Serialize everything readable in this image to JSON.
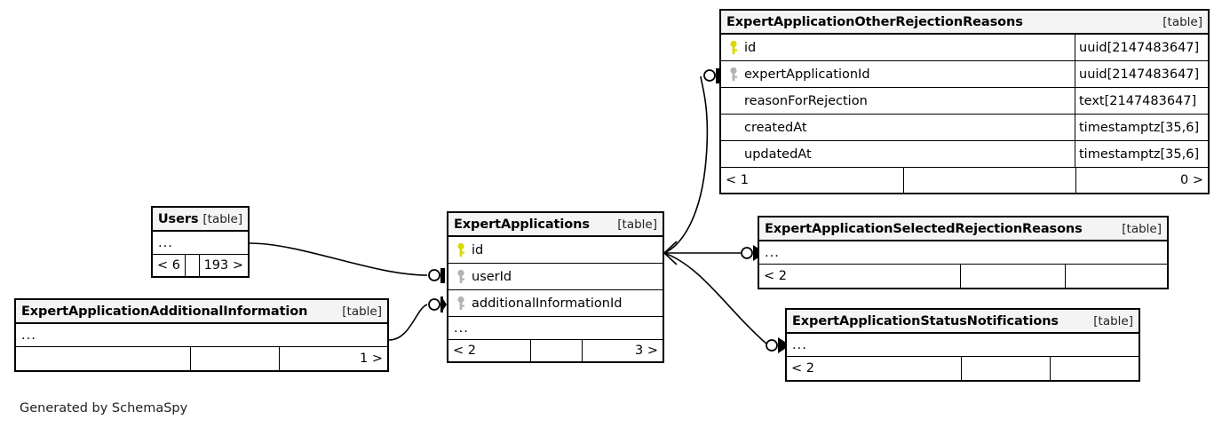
{
  "diagram": {
    "title": "SchemaSpy entity relationship diagram",
    "caption": "Generated by SchemaSpy",
    "type_tag": "[table]",
    "ellipsis": "...",
    "colors": {
      "primary_key": "#d9d900",
      "foreign_key": "#b3b3b3",
      "header_bg": "#f4f4f4",
      "border": "#000000",
      "background": "#ffffff",
      "text": "#000000"
    }
  },
  "tables": [
    {
      "id": "expert-application-other-rejection-reasons",
      "name": "ExpertApplicationOtherRejectionReasons",
      "type_tag": "[table]",
      "columns": [
        {
          "key": "primary",
          "name": "id",
          "type": "uuid[2147483647]"
        },
        {
          "key": "foreign",
          "name": "expertApplicationId",
          "type": "uuid[2147483647]"
        },
        {
          "key": "none",
          "name": "reasonForRejection",
          "type": "text[2147483647]"
        },
        {
          "key": "none",
          "name": "createdAt",
          "type": "timestamptz[35,6]"
        },
        {
          "key": "none",
          "name": "updatedAt",
          "type": "timestamptz[35,6]"
        }
      ],
      "footer": {
        "left": "< 1",
        "middle": "",
        "right": "0 >"
      }
    },
    {
      "id": "users",
      "name": "Users",
      "type_tag": "[table]",
      "columns": [
        {
          "key": "none",
          "name": "...",
          "type": ""
        }
      ],
      "footer": {
        "left": "< 6",
        "middle": "",
        "right": "193 >"
      }
    },
    {
      "id": "expert-applications",
      "name": "ExpertApplications",
      "type_tag": "[table]",
      "columns": [
        {
          "key": "primary",
          "name": "id",
          "type": ""
        },
        {
          "key": "foreign",
          "name": "userId",
          "type": ""
        },
        {
          "key": "foreign",
          "name": "additionalInformationId",
          "type": ""
        },
        {
          "key": "none",
          "name": "...",
          "type": ""
        }
      ],
      "footer": {
        "left": "< 2",
        "middle": "",
        "right": "3 >"
      }
    },
    {
      "id": "expert-application-additional-information",
      "name": "ExpertApplicationAdditionalInformation",
      "type_tag": "[table]",
      "columns": [
        {
          "key": "none",
          "name": "...",
          "type": ""
        }
      ],
      "footer": {
        "left": "",
        "middle": "",
        "right": "1 >"
      }
    },
    {
      "id": "expert-application-selected-rejection-reasons",
      "name": "ExpertApplicationSelectedRejectionReasons",
      "type_tag": "[table]",
      "columns": [
        {
          "key": "none",
          "name": "...",
          "type": ""
        }
      ],
      "footer": {
        "left": "< 2",
        "middle": "",
        "right": ""
      }
    },
    {
      "id": "expert-application-status-notifications",
      "name": "ExpertApplicationStatusNotifications",
      "type_tag": "[table]",
      "columns": [
        {
          "key": "none",
          "name": "...",
          "type": ""
        }
      ],
      "footer": {
        "left": "< 2",
        "middle": "",
        "right": ""
      }
    }
  ],
  "relationships": [
    {
      "from": "users",
      "to": "expert-applications",
      "to_column": "userId"
    },
    {
      "from": "expert-application-additional-information",
      "to": "expert-applications",
      "to_column": "additionalInformationId"
    },
    {
      "from": "expert-applications",
      "to": "expert-application-other-rejection-reasons",
      "to_column": "expertApplicationId"
    },
    {
      "from": "expert-applications",
      "to": "expert-application-selected-rejection-reasons",
      "to_column": ""
    },
    {
      "from": "expert-applications",
      "to": "expert-application-status-notifications",
      "to_column": ""
    }
  ]
}
